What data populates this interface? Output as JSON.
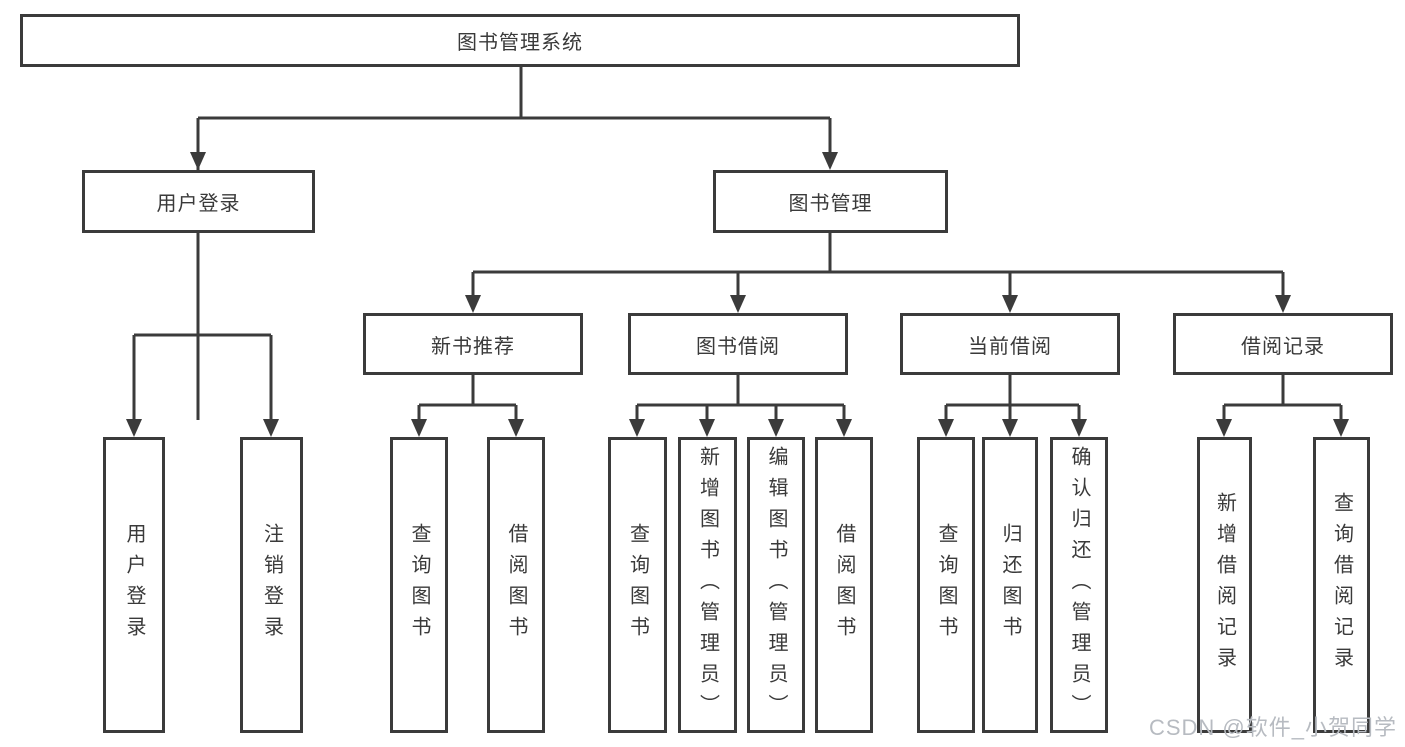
{
  "tree": {
    "label": "图书管理系统",
    "children": [
      {
        "label": "用户登录",
        "children": [
          {
            "label": "用户登录"
          },
          {
            "label": "注销登录"
          }
        ]
      },
      {
        "label": "图书管理",
        "children": [
          {
            "label": "新书推荐",
            "children": [
              {
                "label": "查询图书"
              },
              {
                "label": "借阅图书"
              }
            ]
          },
          {
            "label": "图书借阅",
            "children": [
              {
                "label": "查询图书"
              },
              {
                "label": "新增图书（管理员）"
              },
              {
                "label": "编辑图书（管理员）"
              },
              {
                "label": "借阅图书"
              }
            ]
          },
          {
            "label": "当前借阅",
            "children": [
              {
                "label": "查询图书"
              },
              {
                "label": "归还图书"
              },
              {
                "label": "确认归还（管理员）"
              }
            ]
          },
          {
            "label": "借阅记录",
            "children": [
              {
                "label": "新增借阅记录"
              },
              {
                "label": "查询借阅记录"
              }
            ]
          }
        ]
      }
    ]
  },
  "watermark": "CSDN @软件_小贺同学",
  "colors": {
    "line": "#3b3b3b",
    "text": "#3a3a3a",
    "watermark": "#b7bbc1",
    "background": "#ffffff"
  }
}
